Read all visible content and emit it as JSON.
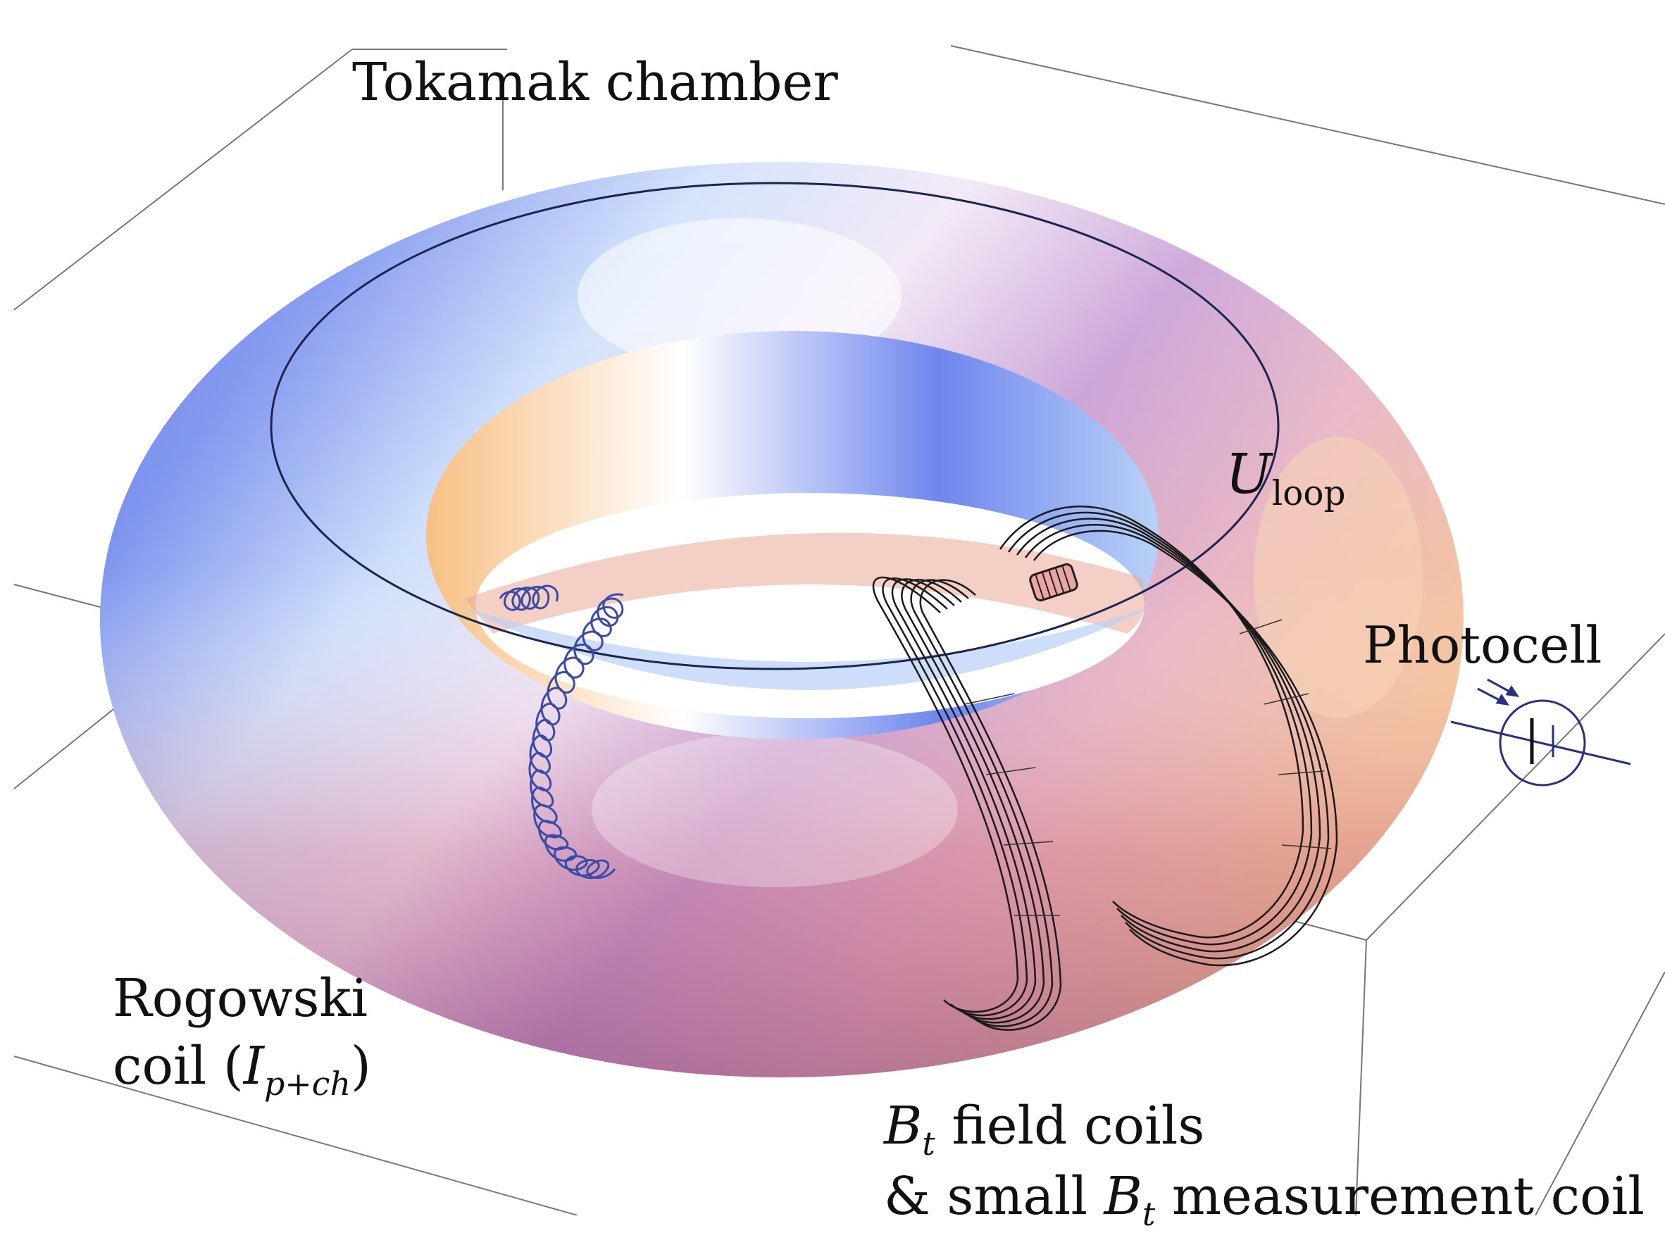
{
  "labels": {
    "chamber": "Tokamak chamber",
    "uloop_symbol": "U",
    "uloop_sub": "loop",
    "photocell": "Photocell",
    "rogowski_line1": "Rogowski",
    "rogowski_line2_pre": "coil (",
    "rogowski_symbol": "I",
    "rogowski_sub": "p+ch",
    "rogowski_close": ")",
    "bt_symbol": "B",
    "bt_sub": "t",
    "bt_line1_rest": " field coils",
    "bt_line2_pre": "& small ",
    "bt_line2_symbol": "B",
    "bt_line2_sub": "t",
    "bt_line2_rest": " measurement coil"
  },
  "icons": {
    "photocell": "photocell-symbol-icon",
    "rogowski": "helical-coil-icon",
    "field_coils": "toroidal-field-coil-icon",
    "measurement_coil": "small-solenoid-icon"
  },
  "colors": {
    "torus_blue": "#6a84f0",
    "torus_light": "#e6eefc",
    "torus_red": "#d96b82",
    "torus_orange": "#f4b27d",
    "coil_blue": "#3a4aa8",
    "coil_dark": "#1a1a1a",
    "box_lines": "#555555"
  }
}
